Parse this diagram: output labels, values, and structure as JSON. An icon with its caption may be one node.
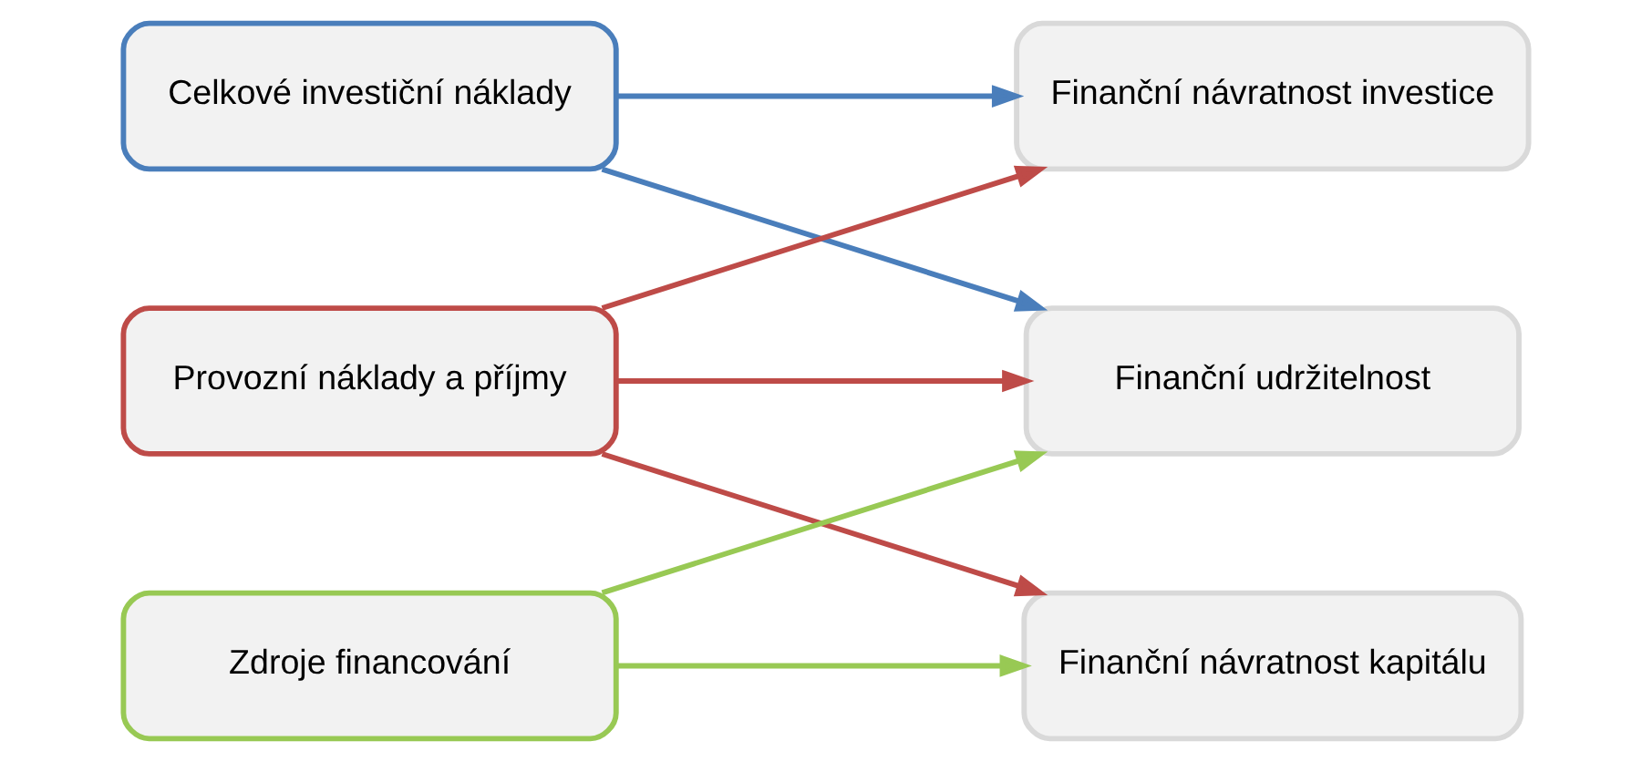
{
  "diagram": {
    "nodes": [
      {
        "text": [
          "Celkové investiční náklady"
        ]
      },
      {
        "text": [
          "Provozní náklady a příjmy"
        ]
      },
      {
        "text": [
          "Zdroje financování"
        ]
      },
      {
        "text": [
          "Finanční návratnost investice"
        ]
      },
      {
        "text": [
          "Finanční udržitelnost"
        ]
      },
      {
        "text": [
          "Finanční návratnost kapitálu"
        ]
      }
    ],
    "edges": [
      {
        "from": 0,
        "to": 3,
        "arrow": "to",
        "color": "#4a7ebb"
      },
      {
        "from": 0,
        "to": 4,
        "arrow": "to",
        "color": "#4a7ebb"
      },
      {
        "from": 1,
        "to": 3,
        "arrow": "to",
        "color": "#be4b48"
      },
      {
        "from": 1,
        "to": 4,
        "arrow": "to",
        "color": "#be4b48"
      },
      {
        "from": 1,
        "to": 5,
        "arrow": "to",
        "color": "#be4b48"
      },
      {
        "from": 2,
        "to": 4,
        "arrow": "to",
        "color": "#98c954"
      },
      {
        "from": 2,
        "to": 5,
        "arrow": "to",
        "color": "#98c954"
      }
    ]
  }
}
